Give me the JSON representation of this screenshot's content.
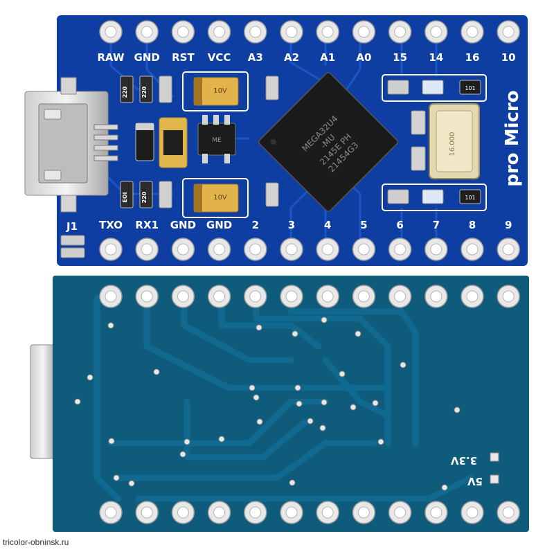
{
  "front": {
    "top_pins": [
      "RAW",
      "GND",
      "RST",
      "VCC",
      "A3",
      "A2",
      "A1",
      "A0",
      "15",
      "14",
      "16",
      "10"
    ],
    "bottom_pins": [
      "TXO",
      "RX1",
      "GND",
      "GND",
      "2",
      "3",
      "4",
      "5",
      "6",
      "7",
      "8",
      "9"
    ],
    "jumper_label": "J1",
    "board_title": "pro Micro",
    "chip_marking": [
      "MEGA32U4",
      "-MU",
      "2145E PH",
      "21454G3"
    ],
    "regulator_marking": "ME",
    "resistor_markings": [
      "220",
      "220",
      "EOI",
      "220",
      "101",
      "101"
    ],
    "capacitor_marking": "10V",
    "crystal_marking": "16.000"
  },
  "back": {
    "power_labels": [
      "3.3V",
      "5V"
    ]
  },
  "watermark": "tricolor-obninsk.ru",
  "colors": {
    "front_pcb": "#0f3ea3",
    "back_pcb": "#0f5b7c",
    "silkscreen": "#ffffff",
    "pad": "#e6e6e6"
  }
}
